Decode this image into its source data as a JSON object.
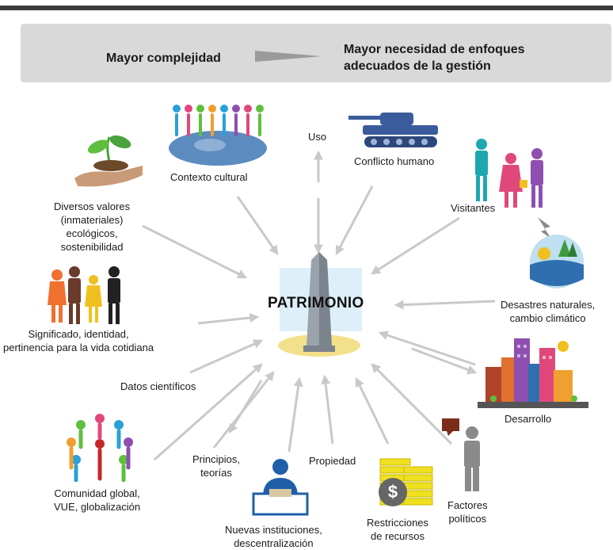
{
  "banner": {
    "left_text": "Mayor complejidad",
    "right_text_line1": "Mayor necesidad de enfoques",
    "right_text_line2": "adecuados de la gestión"
  },
  "center": {
    "title": "PATRIMONIO"
  },
  "nodes": {
    "contexto_cultural": "Contexto cultural",
    "uso": "Uso",
    "conflicto_humano": "Conflicto humano",
    "visitantes": "Visitantes",
    "diversos_valores": [
      "Diversos valores",
      "(inmateriales)",
      "ecológicos,",
      "sostenibilidad"
    ],
    "desastres": [
      "Desastres naturales,",
      "cambio climático"
    ],
    "significado": [
      "Significado, identidad,",
      "pertinencia para la vida cotidiana"
    ],
    "datos_cientificos": "Datos científicos",
    "desarrollo": "Desarrollo",
    "comunidad": [
      "Comunidad global,",
      "VUE, globalización"
    ],
    "principios": [
      "Principios,",
      "teorías"
    ],
    "propiedad": "Propiedad",
    "nuevas_instituciones": [
      "Nuevas instituciones,",
      "descentralización"
    ],
    "restricciones": [
      "Restricciones",
      "de recursos"
    ],
    "factores_politicos": [
      "Factores",
      "políticos"
    ]
  },
  "colors": {
    "banner_bg": "#d9d9d9",
    "arrow": "#c9c9c9",
    "tank": "#3b5c9c",
    "globe": "#4f7fb0"
  }
}
